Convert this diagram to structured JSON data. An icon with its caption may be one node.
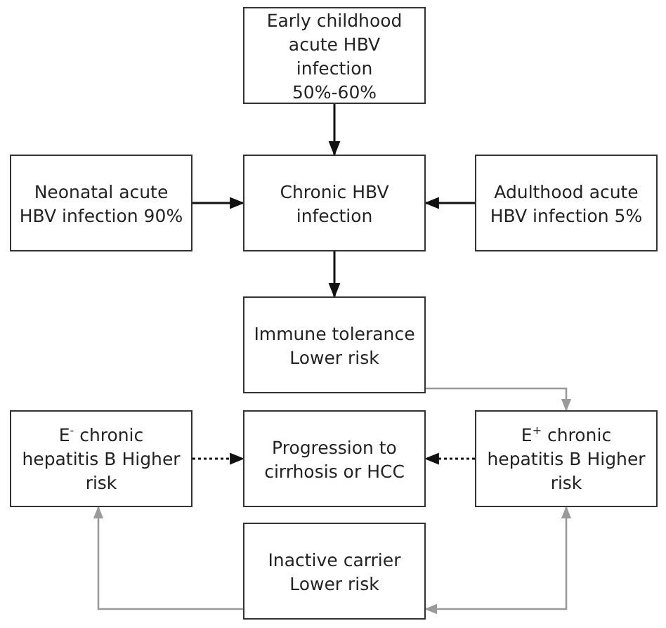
{
  "diagram": {
    "nodes": [
      {
        "text": [
          "Early childhood acute HBV infection 50%-60%"
        ]
      },
      {
        "text": [
          "Neonatal acute HBV infection 90%"
        ]
      },
      {
        "text": [
          "Chronic HBV infection"
        ]
      },
      {
        "text": [
          "Adulthood acute HBV infection 5%"
        ]
      },
      {
        "text": [
          "Immune tolerance Lower risk"
        ]
      },
      {
        "text": [
          "E$^{-}$ chronic hepatitis B Higher risk"
        ]
      },
      {
        "text": [
          "Progression to cirrhosis or HCC"
        ]
      },
      {
        "text": [
          "E$^{+}$ chronic hepatitis B Higher risk"
        ]
      },
      {
        "text": [
          "Inactive carrier Lower risk"
        ]
      }
    ],
    "edges": [
      {
        "from": 0,
        "to": 2,
        "arrow": "to"
      },
      {
        "from": 1,
        "to": 2,
        "arrow": "to"
      },
      {
        "from": 3,
        "to": 2,
        "arrow": "to"
      },
      {
        "from": 2,
        "to": 4,
        "arrow": "to"
      },
      {
        "from": 4,
        "to": 7,
        "arrow": "to",
        "color": "#9a9a9a"
      },
      {
        "from": 5,
        "to": 6,
        "arrow": "to",
        "style": "dashed"
      },
      {
        "from": 7,
        "to": 6,
        "arrow": "to",
        "style": "dashed"
      },
      {
        "from": 8,
        "to": 5,
        "arrow": "to",
        "color": "#9a9a9a"
      },
      {
        "from": 8,
        "to": 7,
        "arrow": "both",
        "color": "#9a9a9a"
      }
    ]
  }
}
